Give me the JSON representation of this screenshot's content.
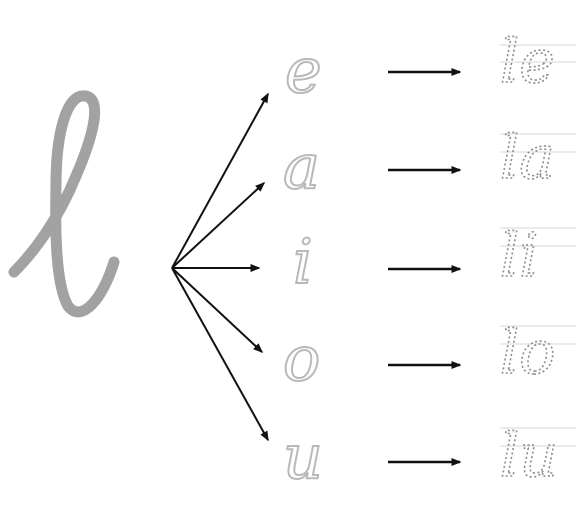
{
  "base_letter": "l",
  "vowels": [
    "e",
    "a",
    "i",
    "o",
    "u"
  ],
  "syllables": [
    "le",
    "la",
    "li",
    "lo",
    "lu"
  ],
  "colors": {
    "base_letter": "#a2a2a2",
    "vowel": "#b9b9b9",
    "arrow": "#111111",
    "trace_outline": "#8c8c8c",
    "guide_line": "#d7d7d7"
  },
  "icons": {
    "branch_arrows": "arrow-right-icon",
    "row_arrows": "long-arrow-right-icon"
  }
}
